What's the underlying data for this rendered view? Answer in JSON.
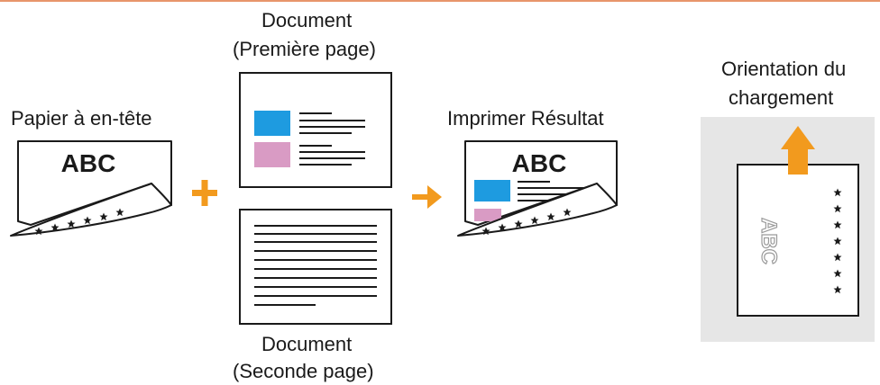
{
  "labels": {
    "letterhead": "Papier à en-tête",
    "doc_first_line1": "Document",
    "doc_first_line2": "(Première page)",
    "doc_second_line1": "Document",
    "doc_second_line2": "(Seconde page)",
    "result": "Imprimer  Résultat",
    "orientation_line1": "Orientation du",
    "orientation_line2": "chargement"
  },
  "letterhead_text": "ABC",
  "result_text": "ABC",
  "mirrored_text": "ABC",
  "operators": {
    "plus": "+"
  },
  "colors": {
    "accent": "#e8956b",
    "arrow": "#f29a1e",
    "blue": "#1e9be0",
    "pink": "#d99bc4",
    "panel": "#e6e6e6"
  }
}
